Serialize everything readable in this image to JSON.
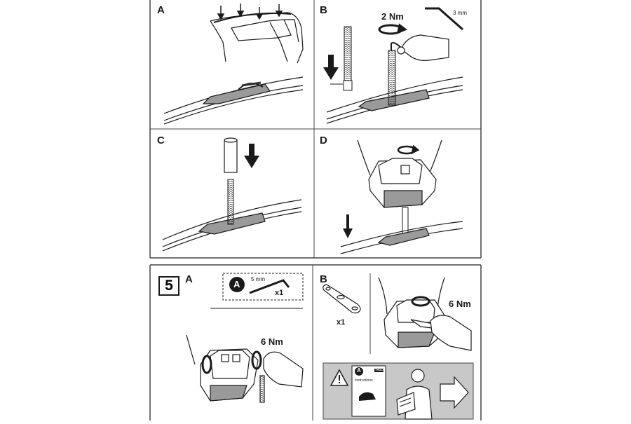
{
  "upper_panels": {
    "A": {
      "label": "A"
    },
    "B": {
      "label": "B",
      "torque": "2 Nm",
      "tool_size": "3 mm"
    },
    "C": {
      "label": "C"
    },
    "D": {
      "label": "D"
    }
  },
  "step5": {
    "step_number": "5",
    "A": {
      "label": "A",
      "badge_letter": "A",
      "tool_size": "5 mm",
      "quantity": "x1",
      "torque": "6 Nm"
    },
    "B": {
      "label": "B",
      "quantity": "x1",
      "torque": "6 Nm"
    },
    "info_box": {
      "doc_badge_letter": "A",
      "doc_brand": "THULE",
      "doc_title": "Instructions",
      "colors": {
        "background": "#c8c8c8",
        "arrow": "#ffffff"
      }
    }
  },
  "colors": {
    "line": "#1a1a1a",
    "rail_fill": "#9a9a9a",
    "frame": "#444444"
  },
  "icons": [
    "allen-key-icon",
    "rotation-arrow-icon",
    "down-arrow-icon",
    "warning-triangle-icon",
    "person-reading-icon",
    "right-arrow-icon"
  ]
}
